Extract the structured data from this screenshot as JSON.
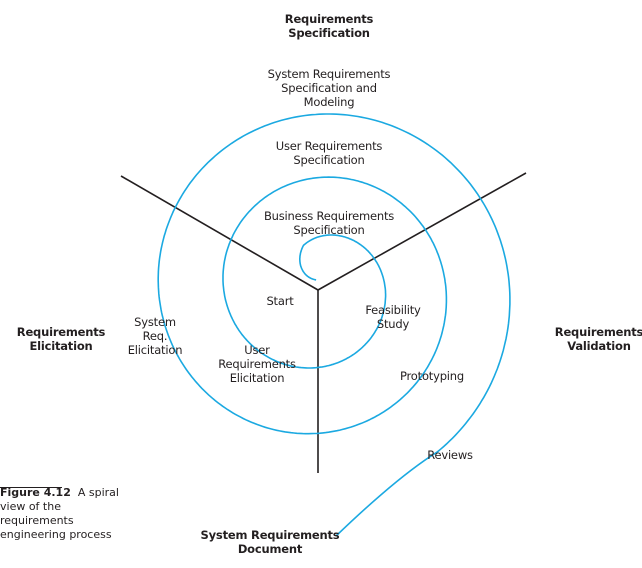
{
  "quadrants": {
    "top": "Requirements\nSpecification",
    "left": "Requirements\nElicitation",
    "right": "Requirements\nValidation",
    "bottom": "System Requirements\nDocument"
  },
  "activities": {
    "sys_spec": "System Requirements\nSpecification and\nModeling",
    "user_spec": "User Requirements\nSpecification",
    "biz_spec": "Business Requirements\nSpecification",
    "start": "Start",
    "feasibility": "Feasibility\nStudy",
    "user_elicit": "User\nRequirements\nElicitation",
    "sys_elicit": "System\nReq.\nElicitation",
    "prototyping": "Prototyping",
    "reviews": "Reviews"
  },
  "caption": {
    "figure": "Figure 4.12",
    "text": "A spiral view of the requirements engineering process"
  },
  "colors": {
    "spiral": "#1ba9e1",
    "axis": "#231f20"
  }
}
